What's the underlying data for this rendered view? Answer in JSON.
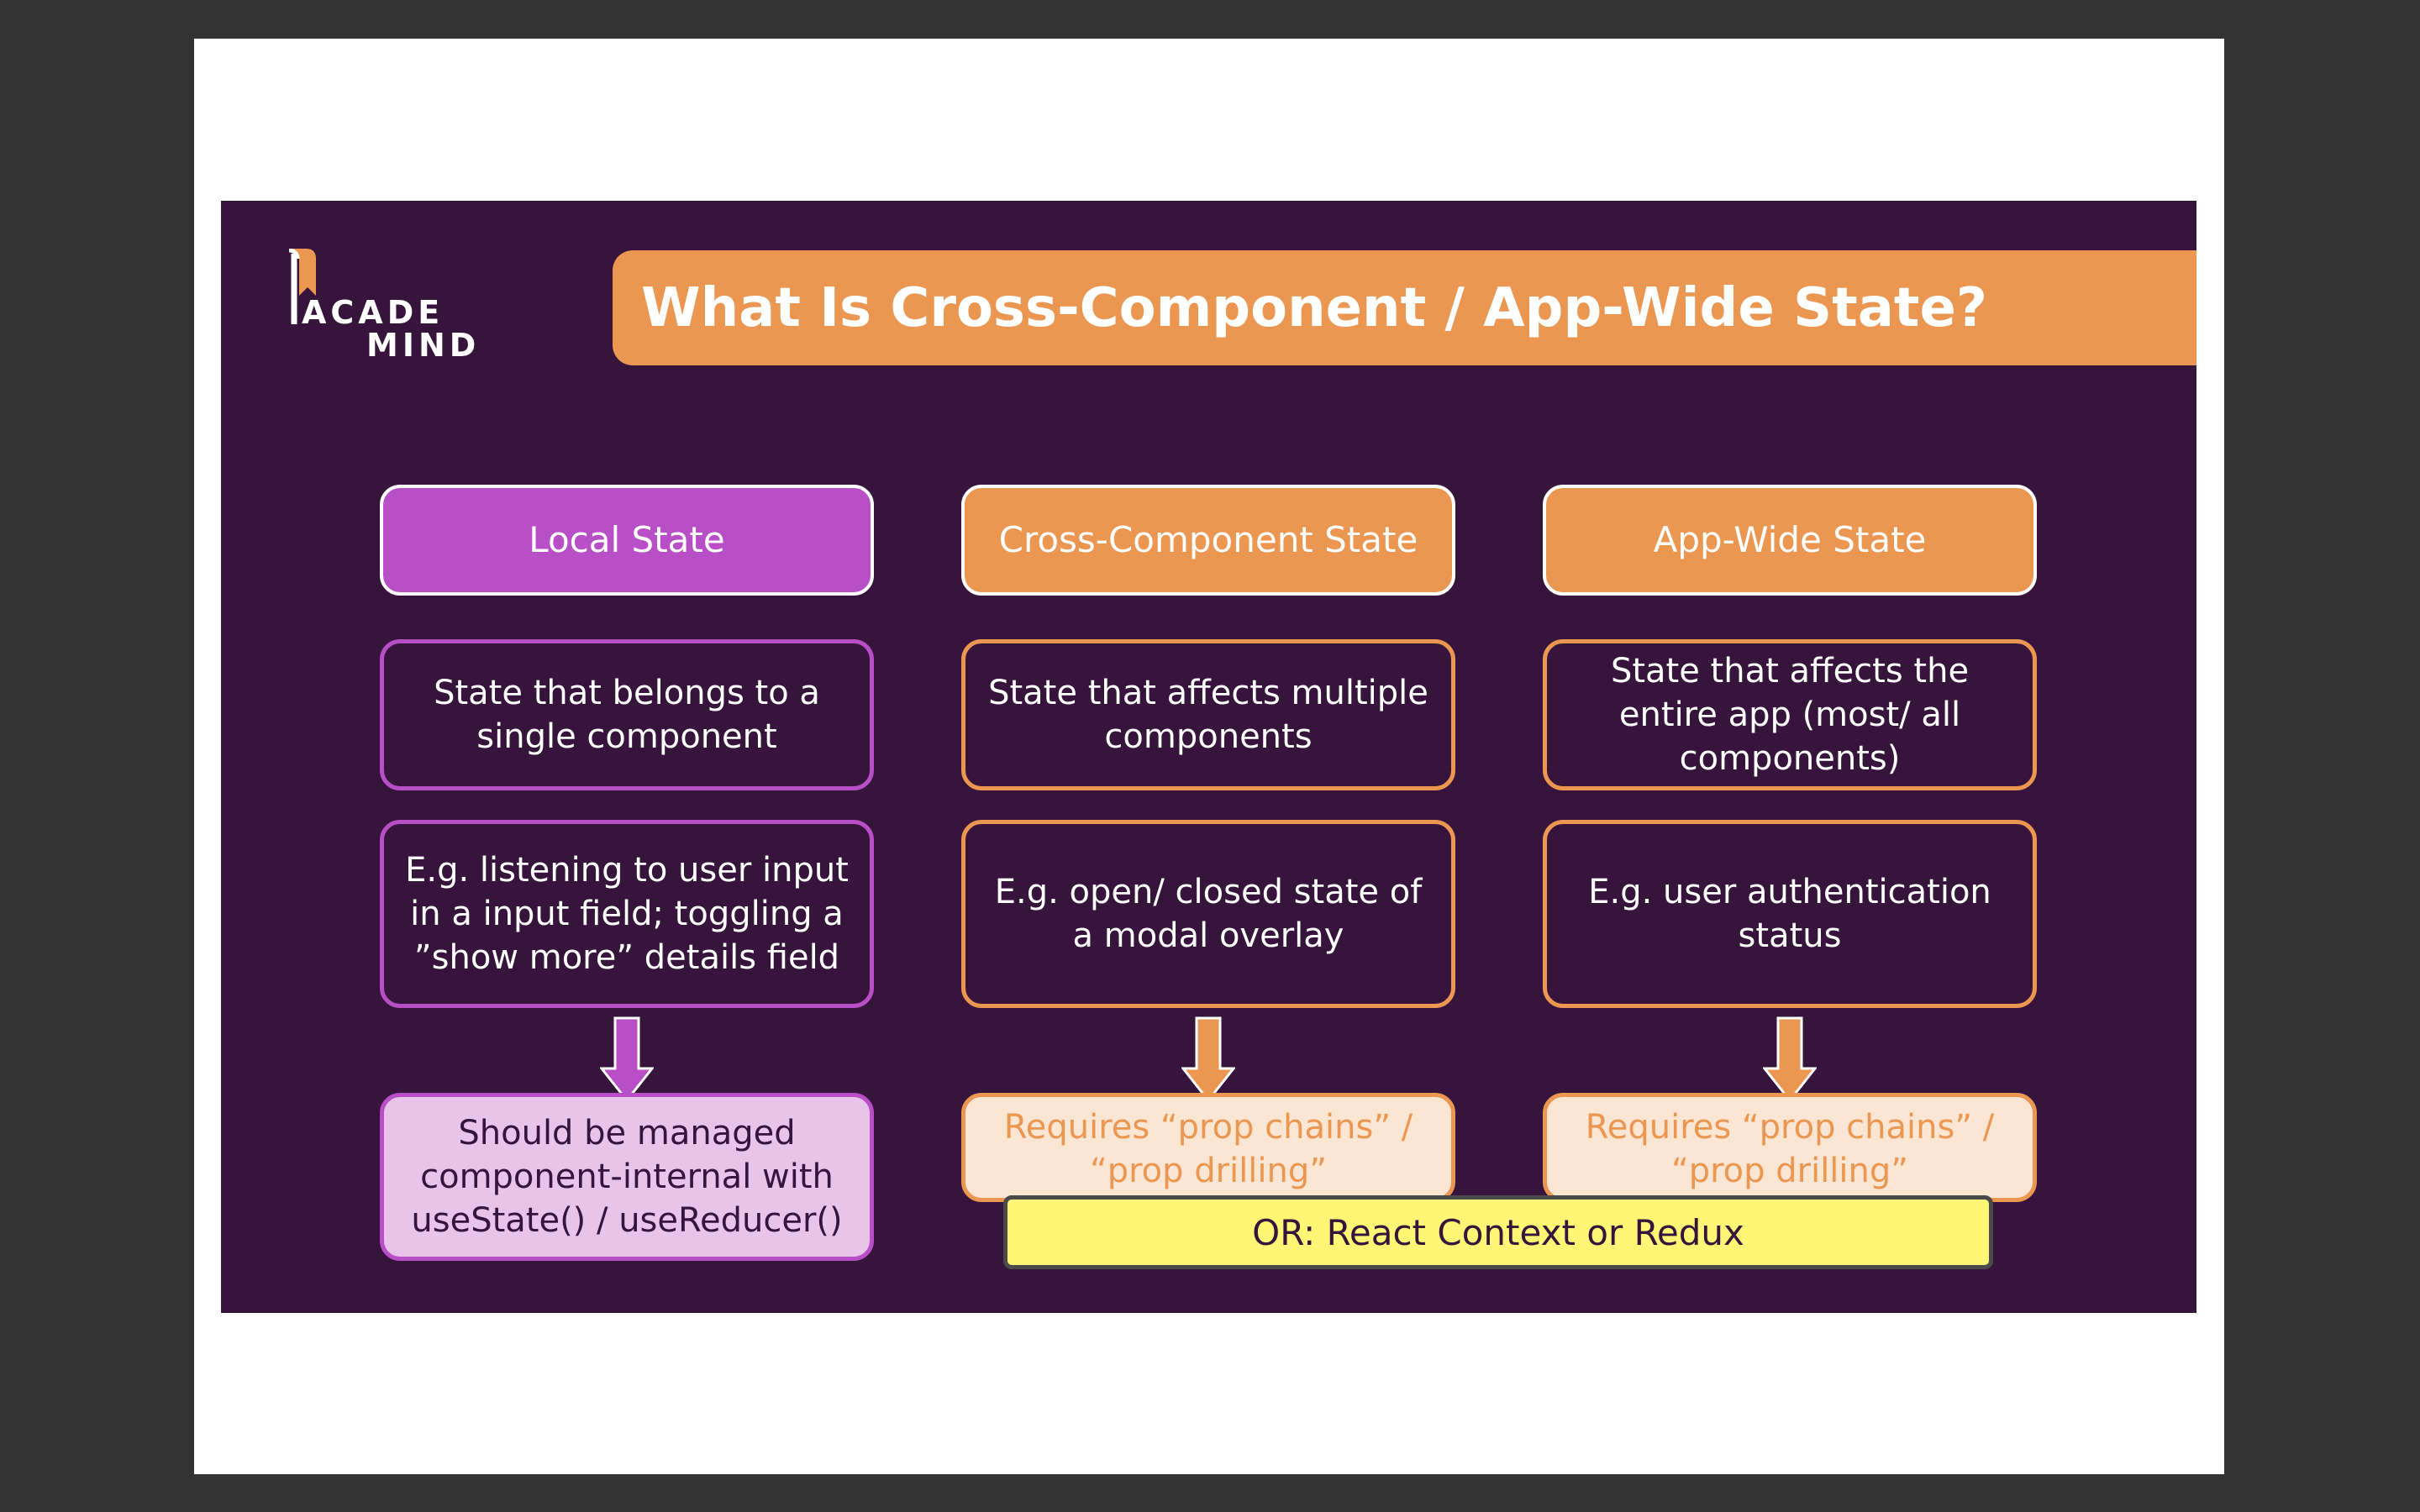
{
  "slide": {
    "logo": {
      "line1": "ACADE",
      "line2": "MIND"
    },
    "title": "What Is Cross-Component / App-Wide State?",
    "columns": [
      {
        "header": "Local State",
        "description": "State that belongs to a single component",
        "example": "E.g. listening to user input in a input field; toggling a ”show more” details field",
        "result": "Should be managed component-internal with useState() / useReducer()"
      },
      {
        "header": "Cross-Component State",
        "description": "State that affects multiple components",
        "example": "E.g. open/ closed state of a modal overlay",
        "result": "Requires “prop chains” / “prop drilling”"
      },
      {
        "header": "App-Wide State",
        "description": "State that affects the entire app (most/ all components)",
        "example": "E.g. user authentication status",
        "result": "Requires “prop chains” / “prop drilling”"
      }
    ],
    "alternative": "OR: React Context or Redux"
  },
  "colors": {
    "background": "#36143b",
    "accent_orange": "#eb9752",
    "accent_purple": "#b84fc7",
    "highlight_yellow": "#fef674",
    "page_frame": "#333333"
  }
}
